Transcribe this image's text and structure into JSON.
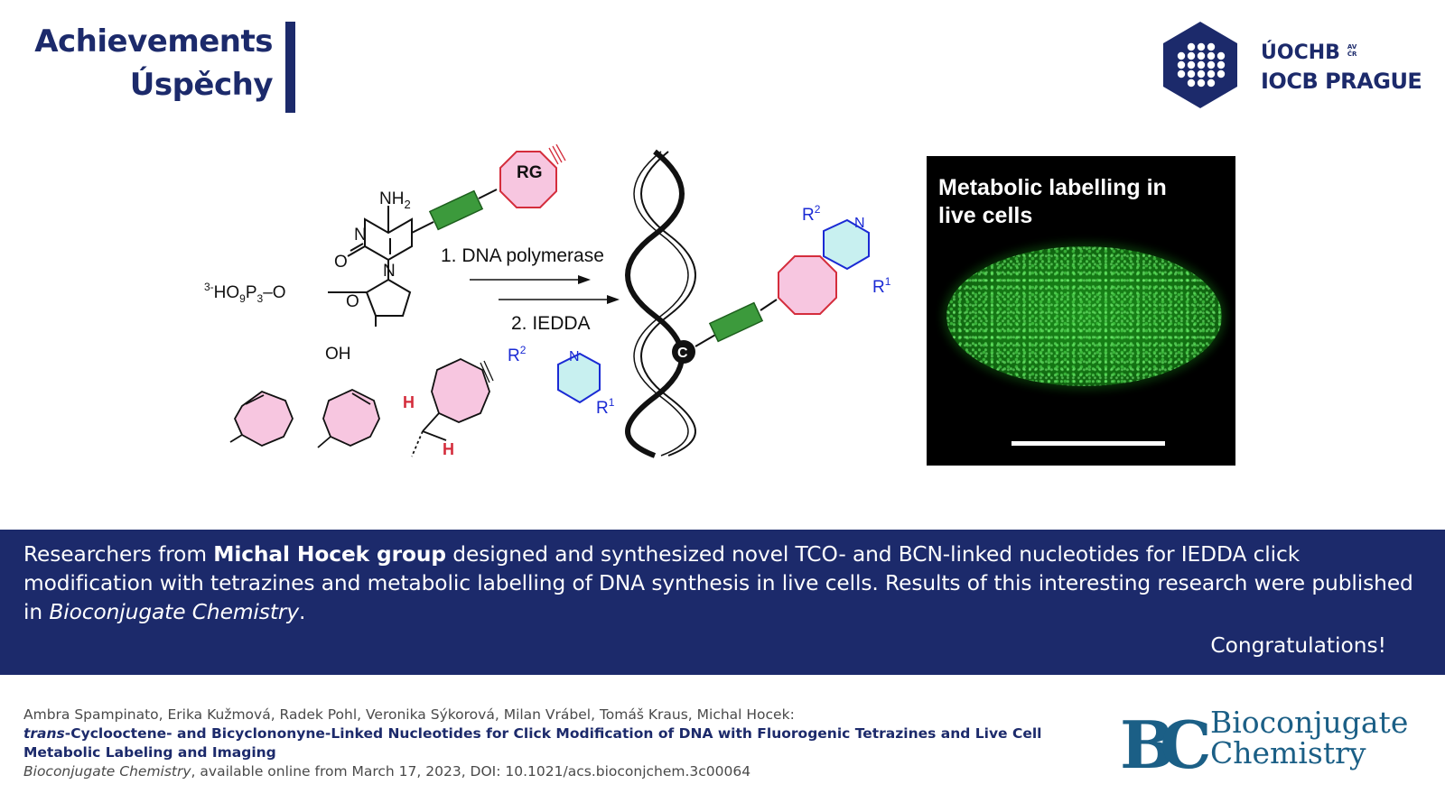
{
  "header": {
    "title_line1": "Achievements",
    "title_line2": "Úspěchy"
  },
  "institute": {
    "line1": "ÚOCHB",
    "avcr_top": "AV",
    "avcr_bottom": "ČR",
    "line2": "IOCB PRAGUE",
    "brand_color": "#1c2a6b"
  },
  "scheme": {
    "step1": "1. DNA polymerase",
    "step2": "2. IEDDA",
    "reactive_group": "RG",
    "amine": "NH",
    "amine_sub": "2",
    "ring_n3": "N",
    "ring_n1": "N",
    "ring_o": "O",
    "triphosphate_charge": "3-",
    "triphosphate": "HO",
    "triphosphate_sub1": "9",
    "triphosphate_p": "P",
    "triphosphate_sub2": "3",
    "triphosphate_o": "–O",
    "sugar_o": "O",
    "hydroxyl": "OH",
    "tetrazine_r2": "R",
    "tetrazine_r2_sup": "2",
    "tetrazine_r1": "R",
    "tetrazine_r1_sup": "1",
    "tetrazine_n": "N",
    "bcn_h_top": "H",
    "bcn_h_bottom": "H",
    "product_r2": "R",
    "product_r2_sup": "2",
    "product_r1": "R",
    "product_r1_sup": "1",
    "product_n": "N",
    "dna_base": "C"
  },
  "microscopy": {
    "title_line1": "Metabolic labelling in",
    "title_line2": "live cells"
  },
  "banner": {
    "part1": "Researchers from ",
    "group": "Michal Hocek group",
    "part2": " designed and synthesized novel TCO- and BCN-linked nucleotides for IEDDA click modification with tetrazines and metabolic labelling of DNA synthesis in live cells. Results of this interesting research were published in ",
    "journal": "Bioconjugate Chemistry",
    "part3": ".",
    "congrats": "Congratulations!"
  },
  "citation": {
    "authors": "Ambra Spampinato, Erika Kužmová, Radek Pohl, Veronika Sýkorová, Milan Vrábel, Tomáš Kraus, Michal Hocek:",
    "title_italic": "trans",
    "title_rest": "-Cyclooctene- and Bicyclononyne-Linked Nucleotides for Click Modification of DNA with Fluorogenic Tetrazines and Live Cell Metabolic Labeling and Imaging",
    "journal": "Bioconjugate Chemistry",
    "availability": ", available online from March 17, 2023, DOI: 10.1021/acs.bioconjchem.3c00064"
  },
  "journal_logo": {
    "mark": "BC",
    "line1": "Bioconjugate",
    "line2": "Chemistry",
    "color": "#1b5f86"
  }
}
